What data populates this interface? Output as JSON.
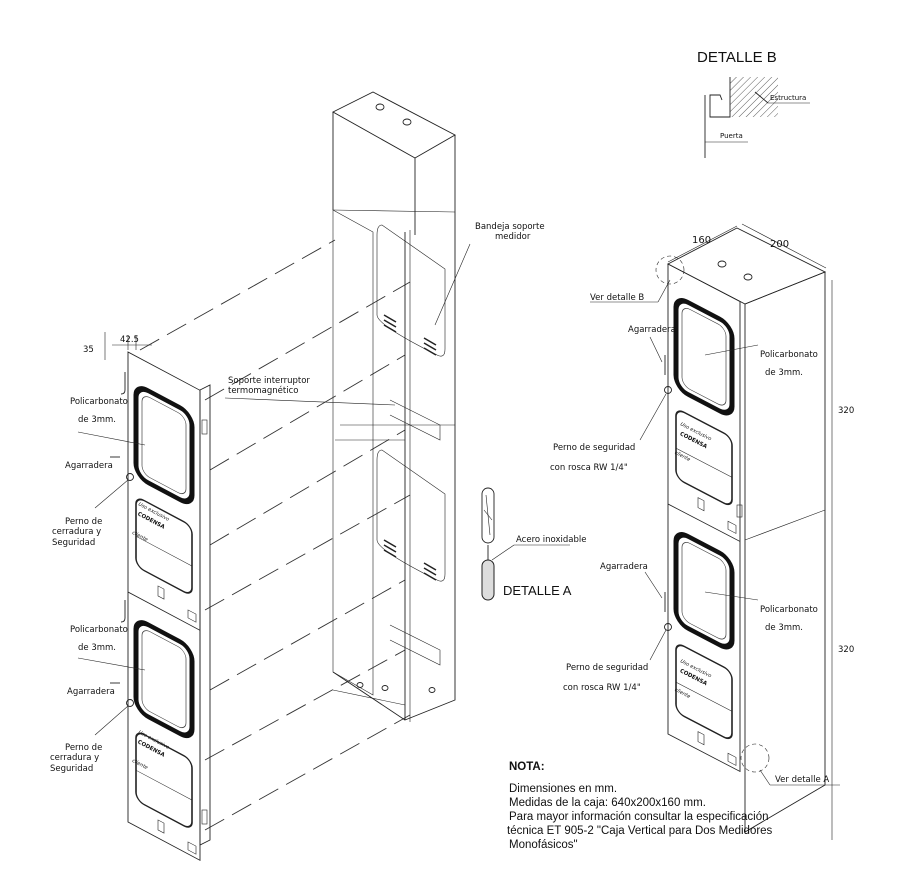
{
  "detalle_b": {
    "title": "DETALLE B",
    "estructura": "Estructura",
    "puerta": "Puerta"
  },
  "detalle_a": {
    "title": "DETALLE A",
    "acero": "Acero inoxidable"
  },
  "exploded": {
    "bandeja_1": "Bandeja soporte",
    "bandeja_2": "medidor",
    "soporte_1": "Soporte interruptor",
    "soporte_2": "termomagnético"
  },
  "left_box": {
    "dim_35": "35",
    "dim_42_5": "42.5",
    "upper": {
      "poli_1": "Policarbonato",
      "poli_2": "de 3mm.",
      "agarradera": "Agarradera",
      "perno_1": "Perno de",
      "perno_2": "cerradura y",
      "perno_3": "Seguridad"
    },
    "lower": {
      "poli_1": "Policarbonato",
      "poli_2": "de 3mm.",
      "agarradera": "Agarradera",
      "perno_1": "Perno de",
      "perno_2": "cerradura y",
      "perno_3": "Seguridad"
    }
  },
  "meter_panel": {
    "line1": "Uso exclusivo",
    "line2": "CODENSA",
    "line3": "cliente"
  },
  "right_box": {
    "dim_160": "160",
    "dim_200": "200",
    "dim_320_top": "320",
    "dim_320_bottom": "320",
    "ver_detalle_b": "Ver detalle B",
    "ver_detalle_a": "Ver detalle A",
    "upper": {
      "agarradera": "Agarradera",
      "poli_1": "Policarbonato",
      "poli_2": "de 3mm.",
      "perno_1": "Perno de seguridad",
      "perno_2": "con rosca RW 1/4\""
    },
    "lower": {
      "agarradera": "Agarradera",
      "poli_1": "Policarbonato",
      "poli_2": "de 3mm.",
      "perno_1": "Perno de seguridad",
      "perno_2": "con rosca RW 1/4\""
    }
  },
  "nota": {
    "title": "NOTA:",
    "lines": [
      "Dimensiones en mm.",
      "Medidas de la caja: 640x200x160 mm.",
      "Para mayor información consultar la especificación",
      "técnica ET 905-2 \"Caja Vertical para Dos Medidores",
      "Monofásicos\""
    ]
  }
}
